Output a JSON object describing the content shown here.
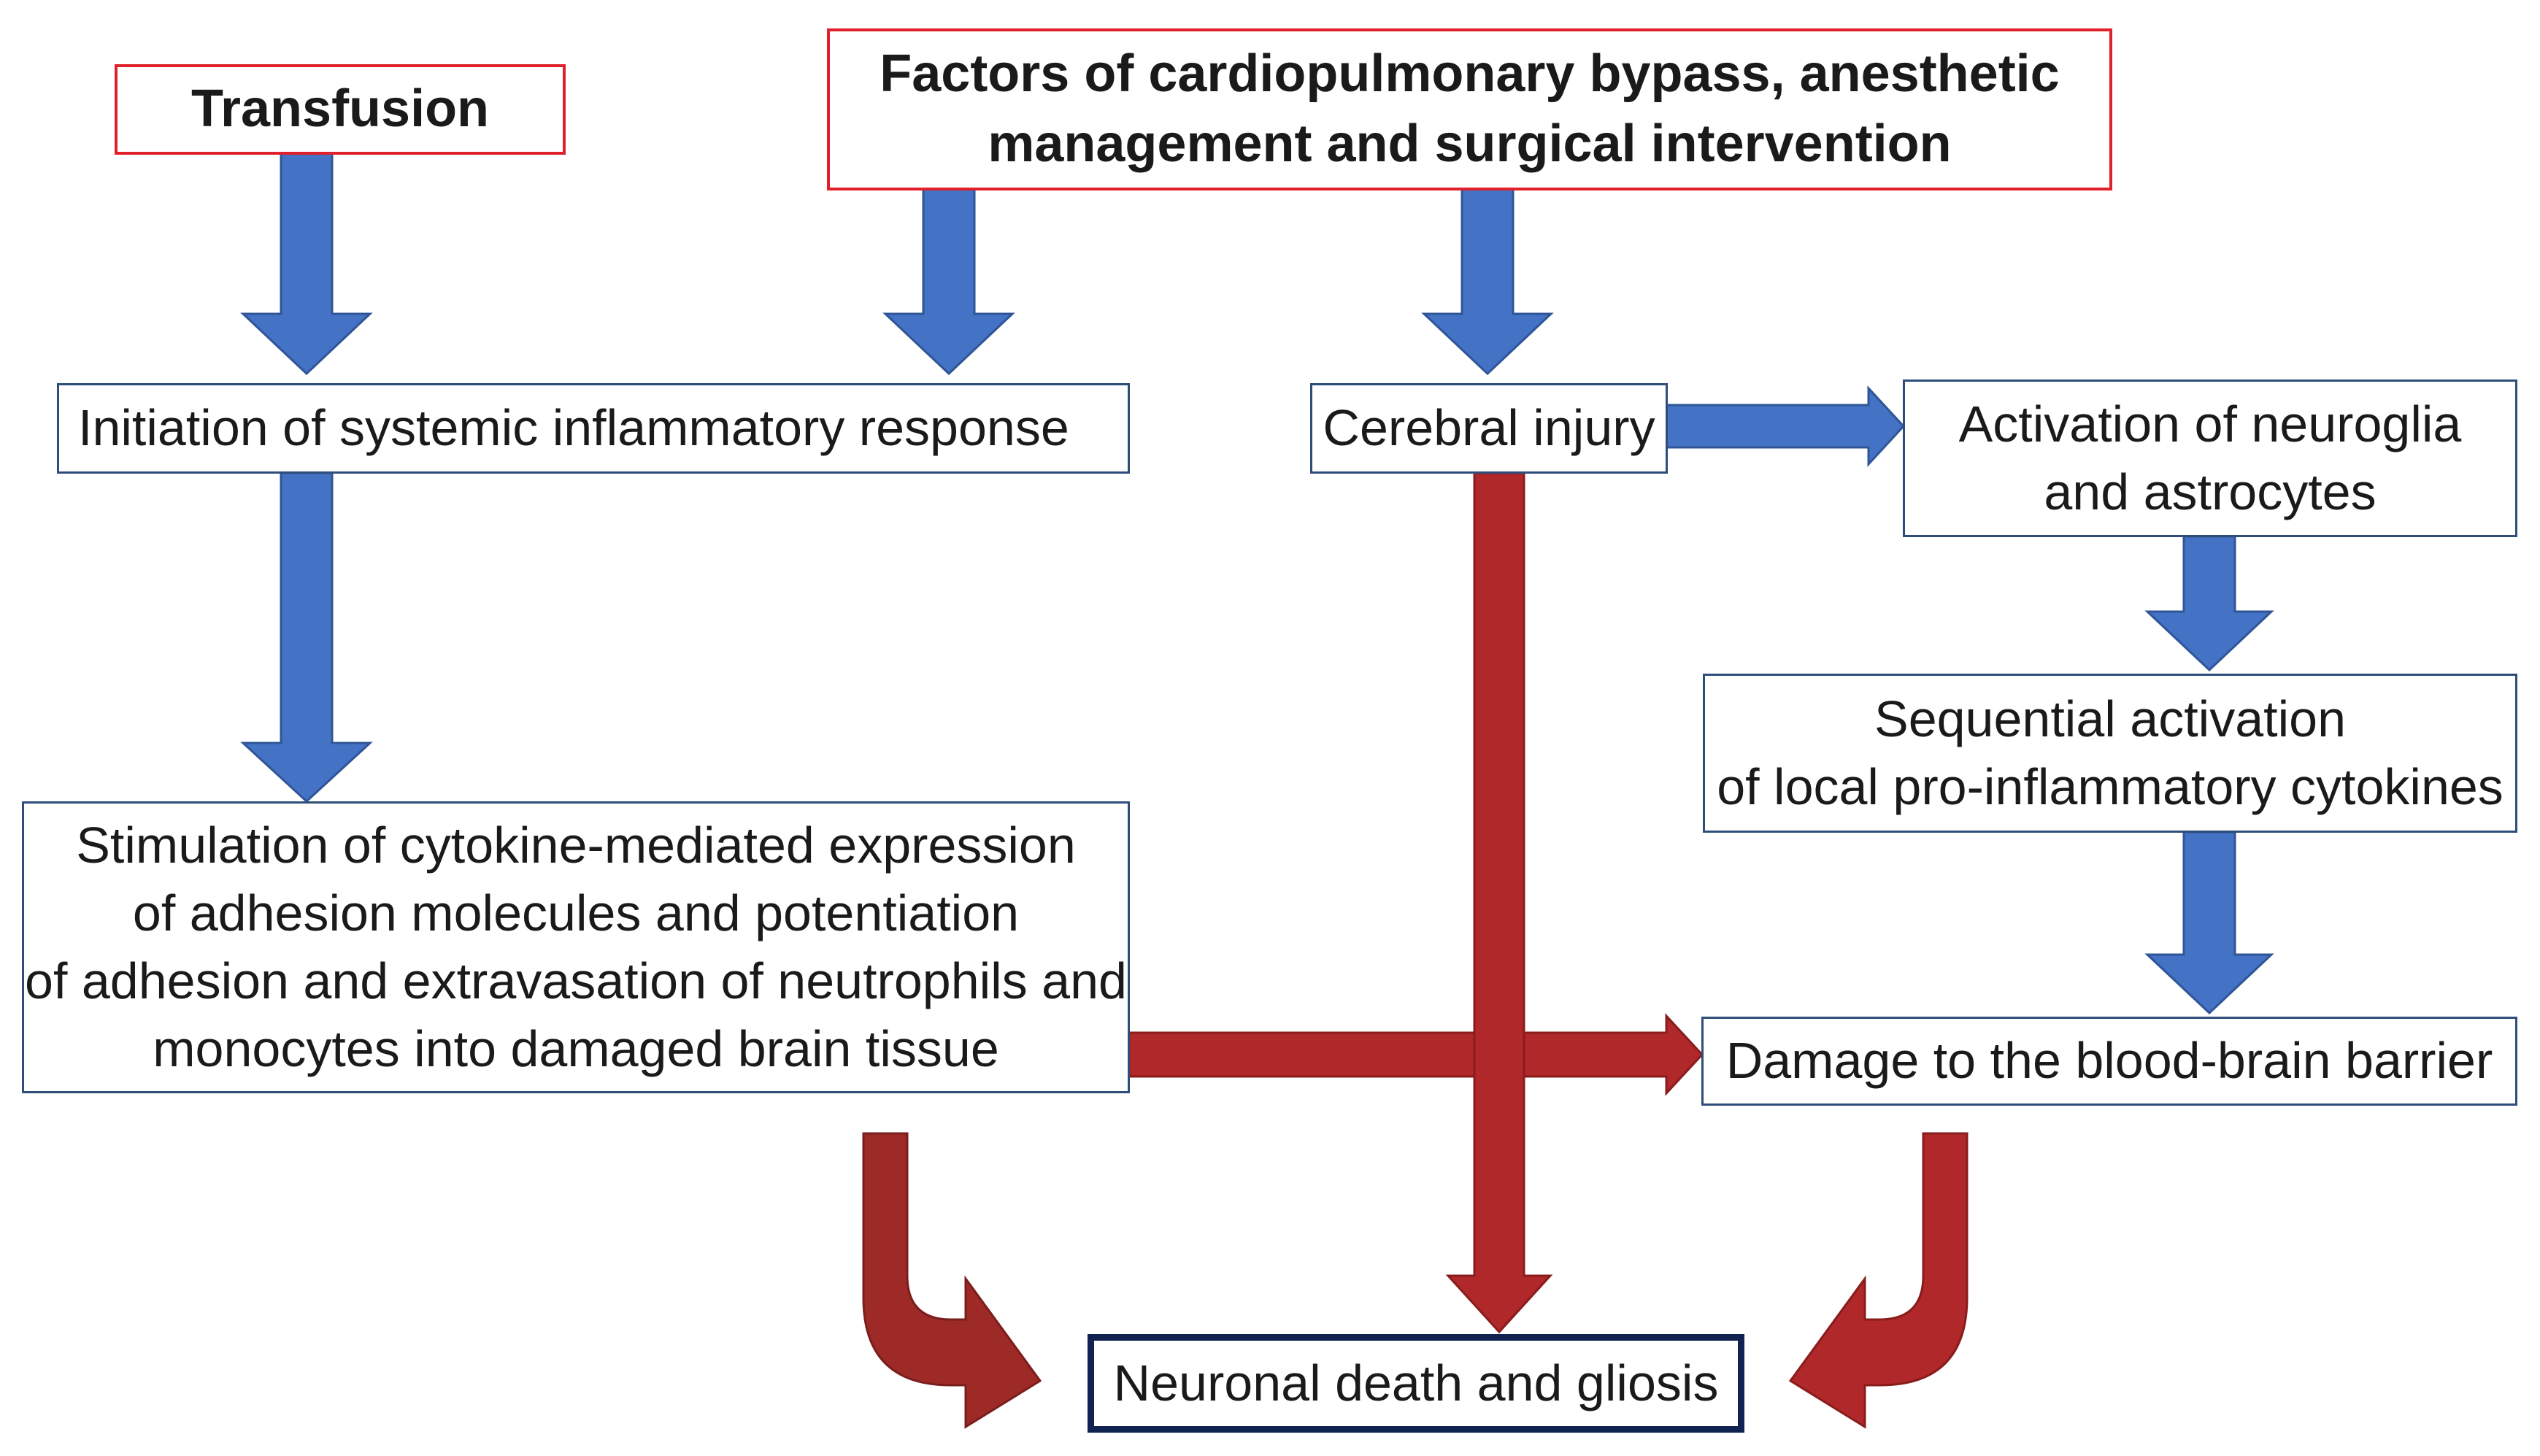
{
  "boxes": {
    "transfusion": "Transfusion",
    "cpb_factors": [
      "Factors of cardiopulmonary bypass, anesthetic",
      "management and surgical intervention"
    ],
    "systemic_inflammation": "Initiation of systemic inflammatory response",
    "cerebral_injury": "Cerebral injury",
    "neuroglia_activation": [
      "Activation of neuroglia",
      "and astrocytes"
    ],
    "cytokine_activation": [
      "Sequential activation",
      "of local pro-inflammatory cytokines"
    ],
    "adhesion_stimulation": [
      "Stimulation of cytokine-mediated expression",
      "of adhesion molecules and potentiation",
      "of adhesion and extravasation of neutrophils and",
      "monocytes into damaged brain tissue"
    ],
    "bbb_damage": "Damage to the blood-brain barrier",
    "neuronal_death": "Neuronal death and gliosis"
  },
  "colors": {
    "blue_arrow": "#4472c4",
    "red_arrow": "#b0282a",
    "dark_red_arrow": "#9e2a28",
    "source_border": "#e0202a",
    "box_border": "#2e4d7a",
    "final_border": "#0f2250"
  }
}
